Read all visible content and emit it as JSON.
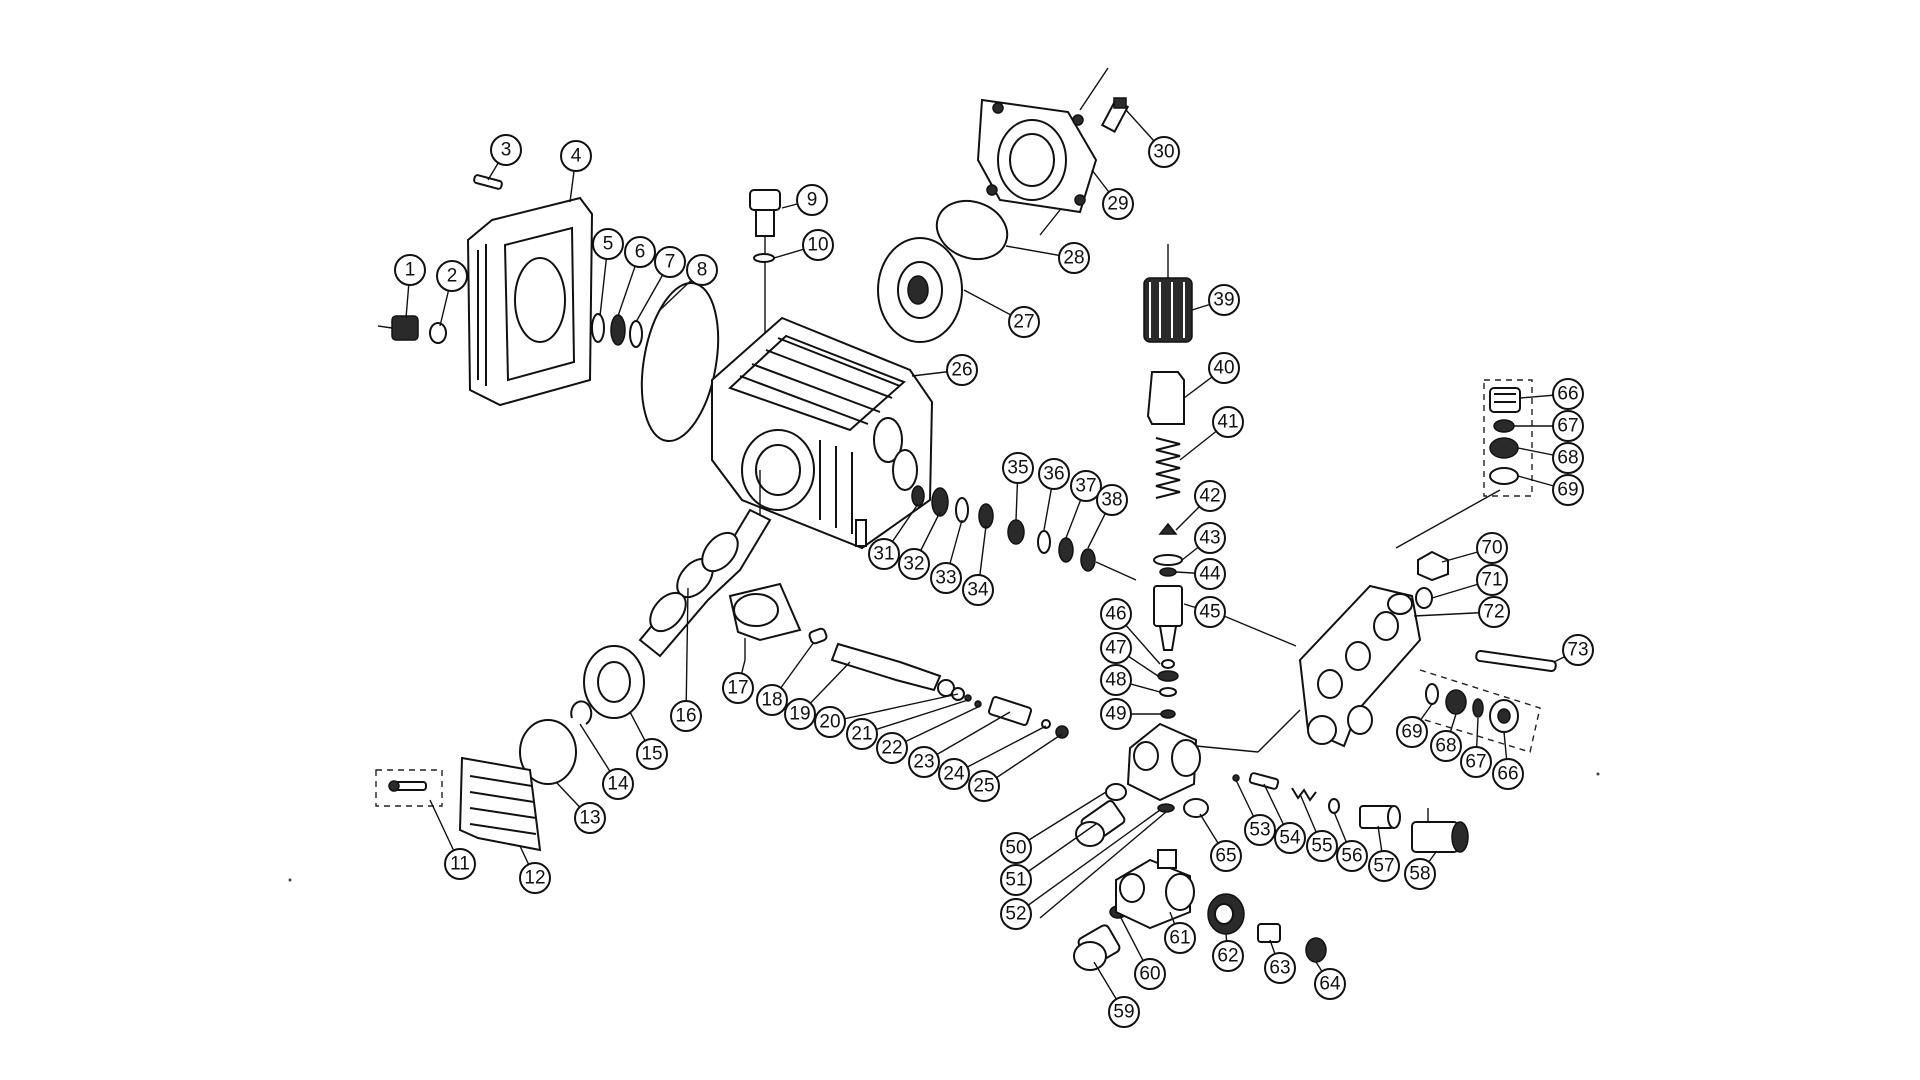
{
  "diagram": {
    "callouts": [
      {
        "label": "1"
      },
      {
        "label": "2"
      },
      {
        "label": "3"
      },
      {
        "label": "4"
      },
      {
        "label": "5"
      },
      {
        "label": "6"
      },
      {
        "label": "7"
      },
      {
        "label": "8"
      },
      {
        "label": "9"
      },
      {
        "label": "10"
      },
      {
        "label": "11"
      },
      {
        "label": "12"
      },
      {
        "label": "13"
      },
      {
        "label": "14"
      },
      {
        "label": "15"
      },
      {
        "label": "16"
      },
      {
        "label": "17"
      },
      {
        "label": "18"
      },
      {
        "label": "19"
      },
      {
        "label": "20"
      },
      {
        "label": "21"
      },
      {
        "label": "22"
      },
      {
        "label": "23"
      },
      {
        "label": "24"
      },
      {
        "label": "25"
      },
      {
        "label": "26"
      },
      {
        "label": "27"
      },
      {
        "label": "28"
      },
      {
        "label": "29"
      },
      {
        "label": "30"
      },
      {
        "label": "31"
      },
      {
        "label": "32"
      },
      {
        "label": "33"
      },
      {
        "label": "34"
      },
      {
        "label": "35"
      },
      {
        "label": "36"
      },
      {
        "label": "37"
      },
      {
        "label": "38"
      },
      {
        "label": "39"
      },
      {
        "label": "40"
      },
      {
        "label": "41"
      },
      {
        "label": "42"
      },
      {
        "label": "43"
      },
      {
        "label": "44"
      },
      {
        "label": "45"
      },
      {
        "label": "46"
      },
      {
        "label": "47"
      },
      {
        "label": "48"
      },
      {
        "label": "49"
      },
      {
        "label": "50"
      },
      {
        "label": "51"
      },
      {
        "label": "52"
      },
      {
        "label": "53"
      },
      {
        "label": "54"
      },
      {
        "label": "55"
      },
      {
        "label": "56"
      },
      {
        "label": "57"
      },
      {
        "label": "58"
      },
      {
        "label": "59"
      },
      {
        "label": "60"
      },
      {
        "label": "61"
      },
      {
        "label": "62"
      },
      {
        "label": "63"
      },
      {
        "label": "64"
      },
      {
        "label": "65"
      },
      {
        "label": "66"
      },
      {
        "label": "67"
      },
      {
        "label": "68"
      },
      {
        "label": "69"
      },
      {
        "label": "70"
      },
      {
        "label": "71"
      },
      {
        "label": "72"
      },
      {
        "label": "73"
      },
      {
        "label": "69"
      },
      {
        "label": "68"
      },
      {
        "label": "67"
      },
      {
        "label": "66"
      }
    ]
  }
}
